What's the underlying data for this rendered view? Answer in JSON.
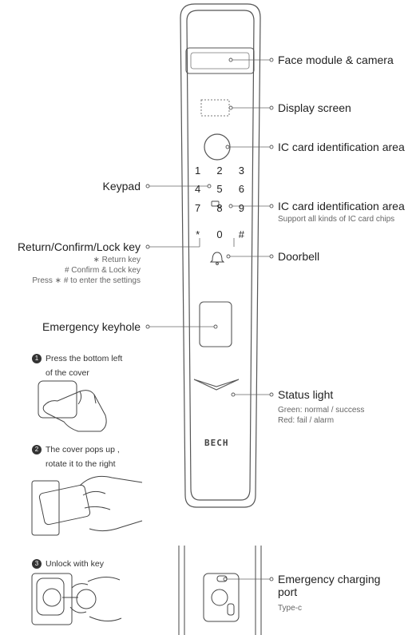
{
  "brand": "BECH",
  "keypad_keys": [
    "1",
    "2",
    "3",
    "4",
    "5",
    "6",
    "7",
    "8",
    "9",
    "*",
    "0",
    "#"
  ],
  "labels": {
    "face_module": "Face module & camera",
    "display_screen": "Display screen",
    "ic_card_area_1": "IC card identification area",
    "keypad": "Keypad",
    "ic_card_area_2": "IC card identification area",
    "ic_card_area_2_note": "Support all kinds of IC card chips",
    "return_confirm_lock": "Return/Confirm/Lock key",
    "return_key_note": "∗ Return key",
    "confirm_lock_note": "# Confirm & Lock key",
    "settings_note": "Press ∗ # to enter the settings",
    "doorbell": "Doorbell",
    "emergency_keyhole": "Emergency keyhole",
    "status_light": "Status light",
    "status_green": "Green: normal / success",
    "status_red": "Red: fail / alarm",
    "charging_port_line1": "Emergency charging",
    "charging_port_line2": "port",
    "charging_port_type": "Type-c"
  },
  "steps": [
    {
      "num": "1",
      "line1": "Press the bottom left",
      "line2": "of the cover"
    },
    {
      "num": "2",
      "line1": "The cover pops up ,",
      "line2": "rotate it to the right"
    },
    {
      "num": "3",
      "line1": "Unlock with key",
      "line2": ""
    }
  ]
}
